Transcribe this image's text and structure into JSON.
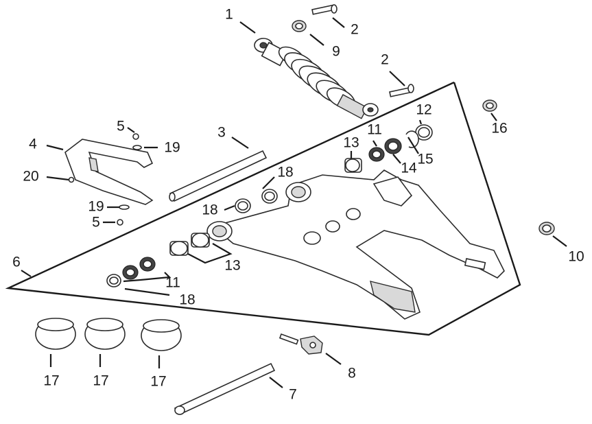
{
  "diagram": {
    "callouts": [
      {
        "id": "c1",
        "label": "1"
      },
      {
        "id": "c2a",
        "label": "2"
      },
      {
        "id": "c2b",
        "label": "2"
      },
      {
        "id": "c9",
        "label": "9"
      },
      {
        "id": "c3",
        "label": "3"
      },
      {
        "id": "c4",
        "label": "4"
      },
      {
        "id": "c5a",
        "label": "5"
      },
      {
        "id": "c5b",
        "label": "5"
      },
      {
        "id": "c19a",
        "label": "19"
      },
      {
        "id": "c19b",
        "label": "19"
      },
      {
        "id": "c20",
        "label": "20"
      },
      {
        "id": "c6",
        "label": "6"
      },
      {
        "id": "c7",
        "label": "7"
      },
      {
        "id": "c8",
        "label": "8"
      },
      {
        "id": "c10",
        "label": "10"
      },
      {
        "id": "c11a",
        "label": "11"
      },
      {
        "id": "c11b",
        "label": "11"
      },
      {
        "id": "c12",
        "label": "12"
      },
      {
        "id": "c13a",
        "label": "13"
      },
      {
        "id": "c13b",
        "label": "13"
      },
      {
        "id": "c14",
        "label": "14"
      },
      {
        "id": "c15",
        "label": "15"
      },
      {
        "id": "c16",
        "label": "16"
      },
      {
        "id": "c17a",
        "label": "17"
      },
      {
        "id": "c17b",
        "label": "17"
      },
      {
        "id": "c17c",
        "label": "17"
      },
      {
        "id": "c18a",
        "label": "18"
      },
      {
        "id": "c18b",
        "label": "18"
      },
      {
        "id": "c18c",
        "label": "18"
      }
    ]
  }
}
